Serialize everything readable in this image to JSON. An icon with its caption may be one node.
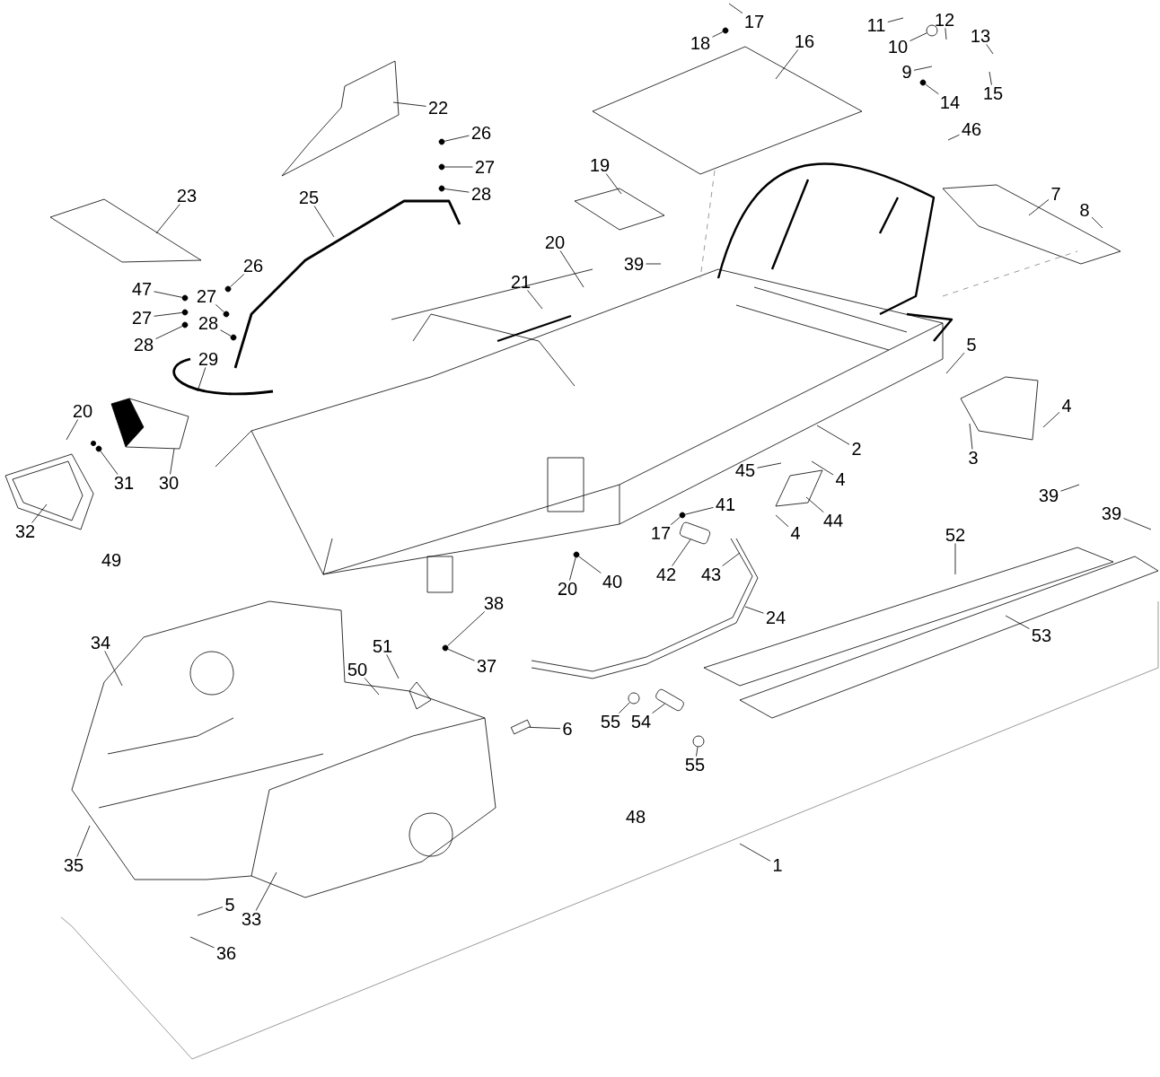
{
  "diagram": {
    "nodes": [
      {
        "text": [
          "1"
        ]
      },
      {
        "text": [
          "2"
        ]
      },
      {
        "text": [
          "3"
        ]
      },
      {
        "text": [
          "4"
        ]
      },
      {
        "text": [
          "5"
        ]
      },
      {
        "text": [
          "6"
        ]
      },
      {
        "text": [
          "7"
        ]
      },
      {
        "text": [
          "8"
        ]
      },
      {
        "text": [
          "9"
        ]
      },
      {
        "text": [
          "10"
        ]
      },
      {
        "text": [
          "11"
        ]
      },
      {
        "text": [
          "12"
        ]
      },
      {
        "text": [
          "13"
        ]
      },
      {
        "text": [
          "14"
        ]
      },
      {
        "text": [
          "15"
        ]
      },
      {
        "text": [
          "16"
        ]
      },
      {
        "text": [
          "17"
        ]
      },
      {
        "text": [
          "18"
        ]
      },
      {
        "text": [
          "19"
        ]
      },
      {
        "text": [
          "20"
        ]
      },
      {
        "text": [
          "21"
        ]
      },
      {
        "text": [
          "22"
        ]
      },
      {
        "text": [
          "23"
        ]
      },
      {
        "text": [
          "24"
        ]
      },
      {
        "text": [
          "25"
        ]
      },
      {
        "text": [
          "26"
        ]
      },
      {
        "text": [
          "27"
        ]
      },
      {
        "text": [
          "28"
        ]
      },
      {
        "text": [
          "26"
        ]
      },
      {
        "text": [
          "47"
        ]
      },
      {
        "text": [
          "27"
        ]
      },
      {
        "text": [
          "28"
        ]
      },
      {
        "text": [
          "27"
        ]
      },
      {
        "text": [
          "28"
        ]
      },
      {
        "text": [
          "29"
        ]
      },
      {
        "text": [
          "20"
        ]
      },
      {
        "text": [
          "30"
        ]
      },
      {
        "text": [
          "31"
        ]
      },
      {
        "text": [
          "32"
        ]
      },
      {
        "text": [
          "33"
        ]
      },
      {
        "text": [
          "34"
        ]
      },
      {
        "text": [
          "35"
        ]
      },
      {
        "text": [
          "36"
        ]
      },
      {
        "text": [
          "5"
        ]
      },
      {
        "text": [
          "37"
        ]
      },
      {
        "text": [
          "38"
        ]
      },
      {
        "text": [
          "39"
        ]
      },
      {
        "text": [
          "39"
        ]
      },
      {
        "text": [
          "39"
        ]
      },
      {
        "text": [
          "40"
        ]
      },
      {
        "text": [
          "41"
        ]
      },
      {
        "text": [
          "42"
        ]
      },
      {
        "text": [
          "43"
        ]
      },
      {
        "text": [
          "44"
        ]
      },
      {
        "text": [
          "45"
        ]
      },
      {
        "text": [
          "4"
        ]
      },
      {
        "text": [
          "4"
        ]
      },
      {
        "text": [
          "17"
        ]
      },
      {
        "text": [
          "20"
        ]
      },
      {
        "text": [
          "46"
        ]
      },
      {
        "text": [
          "50"
        ]
      },
      {
        "text": [
          "51"
        ]
      },
      {
        "text": [
          "52"
        ]
      },
      {
        "text": [
          "53"
        ]
      },
      {
        "text": [
          "54"
        ]
      },
      {
        "text": [
          "55"
        ]
      },
      {
        "text": [
          "55"
        ]
      },
      {
        "text": [],
        "shape": "circle"
      },
      {
        "text": [],
        "shape": "circle"
      },
      {
        "text": [],
        "shape": "circle"
      },
      {
        "text": [],
        "shape": "circle"
      },
      {
        "text": [],
        "shape": "circle"
      },
      {
        "text": [],
        "shape": "circle"
      },
      {
        "text": [],
        "shape": "circle"
      },
      {
        "text": [],
        "shape": "circle"
      },
      {
        "text": [],
        "shape": "circle"
      },
      {
        "text": [],
        "shape": "circle"
      },
      {
        "text": [],
        "shape": "circle"
      },
      {
        "text": [],
        "shape": "circle"
      },
      {
        "text": [],
        "shape": "circle"
      },
      {
        "text": [],
        "shape": "circle"
      },
      {
        "text": [],
        "shape": "circle"
      },
      {
        "text": [],
        "shape": "circle"
      },
      {
        "text": [],
        "shape": "picture"
      },
      {
        "text": [],
        "shape": "box"
      },
      {
        "text": [],
        "shape": "circle"
      },
      {
        "text": [],
        "shape": "cylinder"
      },
      {
        "text": [],
        "shape": "circle"
      }
    ],
    "edges": [
      {
        "from": 0,
        "to": null,
        "arrow": "none"
      },
      {
        "from": 1,
        "to": null,
        "arrow": "none"
      },
      {
        "from": 2,
        "to": null,
        "arrow": "none"
      },
      {
        "from": 3,
        "to": null,
        "arrow": "none"
      },
      {
        "from": 4,
        "to": null,
        "arrow": "none"
      },
      {
        "from": 5,
        "to": 84,
        "arrow": "none"
      },
      {
        "from": 6,
        "to": null,
        "arrow": "none"
      },
      {
        "from": 7,
        "to": null,
        "arrow": "none"
      },
      {
        "from": 8,
        "to": null,
        "arrow": "none"
      },
      {
        "from": 9,
        "to": 81,
        "arrow": "none"
      },
      {
        "from": 10,
        "to": null,
        "arrow": "none"
      },
      {
        "from": 11,
        "to": null,
        "arrow": "none"
      },
      {
        "from": 12,
        "to": null,
        "arrow": "none"
      },
      {
        "from": 13,
        "to": 82,
        "arrow": "none"
      },
      {
        "from": 14,
        "to": null,
        "arrow": "none"
      },
      {
        "from": 15,
        "to": null,
        "arrow": "none"
      },
      {
        "from": 16,
        "to": null,
        "arrow": "none"
      },
      {
        "from": 17,
        "to": 67,
        "arrow": "none"
      },
      {
        "from": 18,
        "to": null,
        "arrow": "none"
      },
      {
        "from": 19,
        "to": null,
        "arrow": "none"
      },
      {
        "from": 20,
        "to": null,
        "arrow": "none"
      },
      {
        "from": 21,
        "to": null,
        "arrow": "none"
      },
      {
        "from": 22,
        "to": null,
        "arrow": "none"
      },
      {
        "from": 23,
        "to": null,
        "arrow": "none"
      },
      {
        "from": 24,
        "to": null,
        "arrow": "none"
      },
      {
        "from": 25,
        "to": 68,
        "arrow": "none"
      },
      {
        "from": 26,
        "to": 69,
        "arrow": "none"
      },
      {
        "from": 27,
        "to": 70,
        "arrow": "none"
      },
      {
        "from": 28,
        "to": 74,
        "arrow": "none"
      },
      {
        "from": 29,
        "to": 71,
        "arrow": "none"
      },
      {
        "from": 30,
        "to": 72,
        "arrow": "none"
      },
      {
        "from": 31,
        "to": 73,
        "arrow": "none"
      },
      {
        "from": 32,
        "to": 75,
        "arrow": "none"
      },
      {
        "from": 33,
        "to": 76,
        "arrow": "none"
      },
      {
        "from": 34,
        "to": null,
        "arrow": "none"
      },
      {
        "from": 35,
        "to": null,
        "arrow": "none"
      },
      {
        "from": 36,
        "to": null,
        "arrow": "none"
      },
      {
        "from": 37,
        "to": 77,
        "arrow": "none"
      },
      {
        "from": 38,
        "to": null,
        "arrow": "none"
      },
      {
        "from": 39,
        "to": null,
        "arrow": "none"
      },
      {
        "from": 40,
        "to": null,
        "arrow": "none"
      },
      {
        "from": 41,
        "to": null,
        "arrow": "none"
      },
      {
        "from": 42,
        "to": null,
        "arrow": "none"
      },
      {
        "from": 43,
        "to": null,
        "arrow": "none"
      },
      {
        "from": 44,
        "to": 78,
        "arrow": "none"
      },
      {
        "from": 45,
        "to": 78,
        "arrow": "none"
      },
      {
        "from": 46,
        "to": null,
        "arrow": "none"
      },
      {
        "from": 47,
        "to": null,
        "arrow": "none"
      },
      {
        "from": 48,
        "to": null,
        "arrow": "none"
      },
      {
        "from": 49,
        "to": 79,
        "arrow": "none"
      },
      {
        "from": 50,
        "to": 80,
        "arrow": "none"
      },
      {
        "from": 51,
        "to": 83,
        "arrow": "none"
      },
      {
        "from": 52,
        "to": null,
        "arrow": "none"
      },
      {
        "from": 53,
        "to": null,
        "arrow": "none"
      },
      {
        "from": 54,
        "to": null,
        "arrow": "none"
      },
      {
        "from": 55,
        "to": null,
        "arrow": "none"
      },
      {
        "from": 56,
        "to": null,
        "arrow": "none"
      },
      {
        "from": 57,
        "to": 80,
        "arrow": "none"
      },
      {
        "from": 58,
        "to": 79,
        "arrow": "none"
      },
      {
        "from": 59,
        "to": null,
        "arrow": "none"
      },
      {
        "from": 60,
        "to": null,
        "arrow": "none"
      },
      {
        "from": 61,
        "to": null,
        "arrow": "none"
      },
      {
        "from": 62,
        "to": null,
        "arrow": "none"
      },
      {
        "from": 63,
        "to": null,
        "arrow": "none"
      },
      {
        "from": 64,
        "to": 86,
        "arrow": "none"
      },
      {
        "from": 65,
        "to": 85,
        "arrow": "none"
      },
      {
        "from": 66,
        "to": 87,
        "arrow": "none"
      }
    ],
    "labels": [
      "49",
      "48"
    ]
  }
}
